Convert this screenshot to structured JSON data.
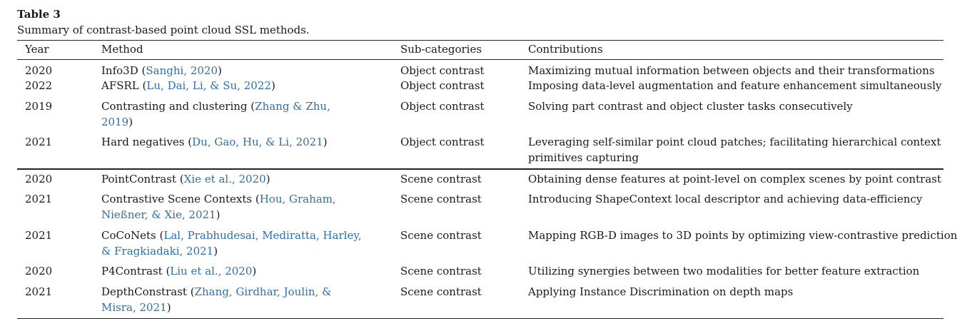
{
  "caption": {
    "title": "Table 3",
    "text": "Summary of contrast-based point cloud SSL methods."
  },
  "table": {
    "headers": {
      "year": "Year",
      "method": "Method",
      "sub": "Sub-categories",
      "contrib": "Contributions"
    },
    "rows": [
      {
        "year": "2020",
        "method_name": "Info3D (",
        "citation": "Sanghi, 2020",
        "method_close": ")",
        "sub": "Object contrast",
        "contrib": "Maximizing mutual information between objects and their transformations"
      },
      {
        "year": "2022",
        "method_name": "AFSRL (",
        "citation": "Lu, Dai, Li, & Su, 2022",
        "method_close": ")",
        "sub": "Object contrast",
        "contrib": "Imposing data-level augmentation and feature enhancement simultaneously"
      },
      {
        "year": "2019",
        "method_name": "Contrasting and clustering (",
        "citation": "Zhang & Zhu,",
        "citation2": "2019",
        "method_close": ")",
        "sub": "Object contrast",
        "contrib": "Solving part contrast and object cluster tasks consecutively"
      },
      {
        "year": "2021",
        "method_name": "Hard negatives (",
        "citation": "Du, Gao, Hu, & Li, 2021",
        "method_close": ")",
        "sub": "Object contrast",
        "contrib": "Leveraging self-similar point cloud patches; facilitating hierarchical context",
        "contrib2": "primitives capturing"
      },
      {
        "year": "2020",
        "method_name": "PointContrast (",
        "citation": "Xie et al., 2020",
        "method_close": ")",
        "sub": "Scene contrast",
        "contrib": "Obtaining dense features at point-level on complex scenes by point contrast"
      },
      {
        "year": "2021",
        "method_name": "Contrastive Scene Contexts (",
        "citation": "Hou, Graham,",
        "citation2": "Nießner, & Xie, 2021",
        "method_close": ")",
        "sub": "Scene contrast",
        "contrib": "Introducing ShapeContext local descriptor and achieving data-efficiency"
      },
      {
        "year": "2021",
        "method_name": "CoCoNets (",
        "citation": "Lal, Prabhudesai, Mediratta, Harley,",
        "citation2": "& Fragkiadaki, 2021",
        "method_close": ")",
        "sub": "Scene contrast",
        "contrib": "Mapping RGB-D images to 3D points by optimizing view-contrastive prediction"
      },
      {
        "year": "2020",
        "method_name": "P4Contrast (",
        "citation": "Liu et al., 2020",
        "method_close": ")",
        "sub": "Scene contrast",
        "contrib": "Utilizing synergies between two modalities for better feature extraction"
      },
      {
        "year": "2021",
        "method_name": "DepthConstrast (",
        "citation": "Zhang, Girdhar, Joulin, &",
        "citation2": "Misra, 2021",
        "method_close": ")",
        "sub": "Scene contrast",
        "contrib": "Applying Instance Discrimination on depth maps"
      }
    ]
  },
  "colors": {
    "citation": "#2f6fa6",
    "text": "#1a1a1a",
    "rule": "#222222"
  }
}
